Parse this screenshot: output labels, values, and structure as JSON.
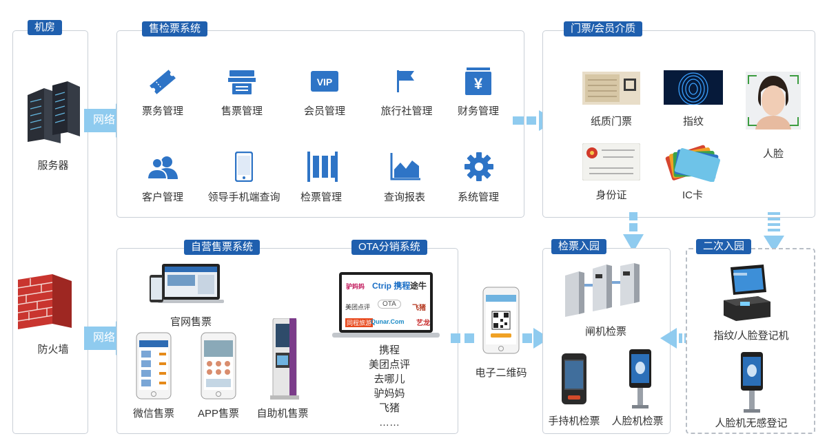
{
  "colors": {
    "brand_blue": "#1f5fae",
    "icon_blue": "#2e74c6",
    "arrow_blue": "#8fcbef",
    "border": "#c9cfd6"
  },
  "jifang": {
    "title": "机房",
    "server": "服务器",
    "firewall": "防火墙"
  },
  "network_label": "网络",
  "ticket_system": {
    "title": "售检票系统",
    "modules": [
      {
        "label": "票务管理",
        "icon": "ticket-icon"
      },
      {
        "label": "售票管理",
        "icon": "printer-icon"
      },
      {
        "label": "会员管理",
        "icon": "vip-icon",
        "badge": "VIP"
      },
      {
        "label": "旅行社管理",
        "icon": "flag-icon"
      },
      {
        "label": "财务管理",
        "icon": "yen-icon",
        "badge": "¥"
      },
      {
        "label": "客户管理",
        "icon": "users-icon"
      },
      {
        "label": "领导手机端查询",
        "icon": "mobile-icon"
      },
      {
        "label": "检票管理",
        "icon": "gate-icon"
      },
      {
        "label": "查询报表",
        "icon": "area-chart-icon"
      },
      {
        "label": "系统管理",
        "icon": "gear-icon"
      }
    ]
  },
  "media": {
    "title": "门票/会员介质",
    "items": [
      "纸质门票",
      "指纹",
      "人脸",
      "身份证",
      "IC卡"
    ]
  },
  "self_sale": {
    "title": "自营售票系统",
    "items": [
      "官网售票",
      "微信售票",
      "APP售票",
      "自助机售票"
    ]
  },
  "ota": {
    "title": "OTA分销系统",
    "logos": [
      "驴妈妈",
      "Ctrip 携程",
      "途牛",
      "美团点评",
      "OTA",
      "飞猪",
      "同程旅游",
      "Qunar.Com",
      "艺龙"
    ],
    "channels": [
      "携程",
      "美团点评",
      "去哪儿",
      "驴妈妈",
      "飞猪",
      "……"
    ]
  },
  "qr_label": "电子二维码",
  "checkin": {
    "title": "检票入园",
    "items": [
      "闸机检票",
      "手持机检票",
      "人脸机检票"
    ]
  },
  "second_entry": {
    "title": "二次入园",
    "items": [
      "指纹/人脸登记机",
      "人脸机无感登记"
    ]
  }
}
